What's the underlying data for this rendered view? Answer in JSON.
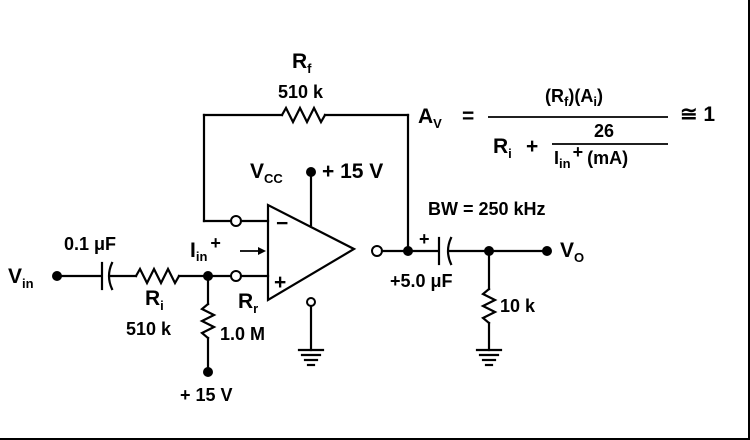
{
  "components": {
    "rf": {
      "name": "R",
      "sub": "f",
      "value": "510 k"
    },
    "ri": {
      "name": "R",
      "sub": "i",
      "value": "510 k"
    },
    "rr": {
      "name": "R",
      "sub": "r",
      "value": "1.0 M"
    },
    "r_load": {
      "value": "10 k"
    },
    "c_in": {
      "value": "0.1 μF"
    },
    "c_out": {
      "plus": "+",
      "value": "+5.0 μF"
    }
  },
  "supply": {
    "vcc_name": "V",
    "vcc_sub": "CC",
    "vcc_value": "+ 15 V",
    "bias_value": "+ 15 V"
  },
  "nodes": {
    "vin_name": "V",
    "vin_sub": "in",
    "vo_name": "V",
    "vo_sub": "O",
    "iin_name": "I",
    "iin_sub": "in",
    "iin_sup": "+"
  },
  "opamp": {
    "minus": "−",
    "plus": "+"
  },
  "equation": {
    "lhs_name": "A",
    "lhs_sub": "V",
    "equals": "=",
    "num_open": "(R",
    "num_f": "f",
    "num_mid": ")(A",
    "num_i": "i",
    "num_close": ")",
    "den_r": "R",
    "den_i": "i",
    "den_plus": "+",
    "frac_num": "26",
    "frac_den_i": "I",
    "frac_den_in": "in",
    "frac_den_plus": "+",
    "frac_den_unit": "(mA)",
    "approx": "≅ 1"
  },
  "bandwidth": "BW = 250 kHz"
}
